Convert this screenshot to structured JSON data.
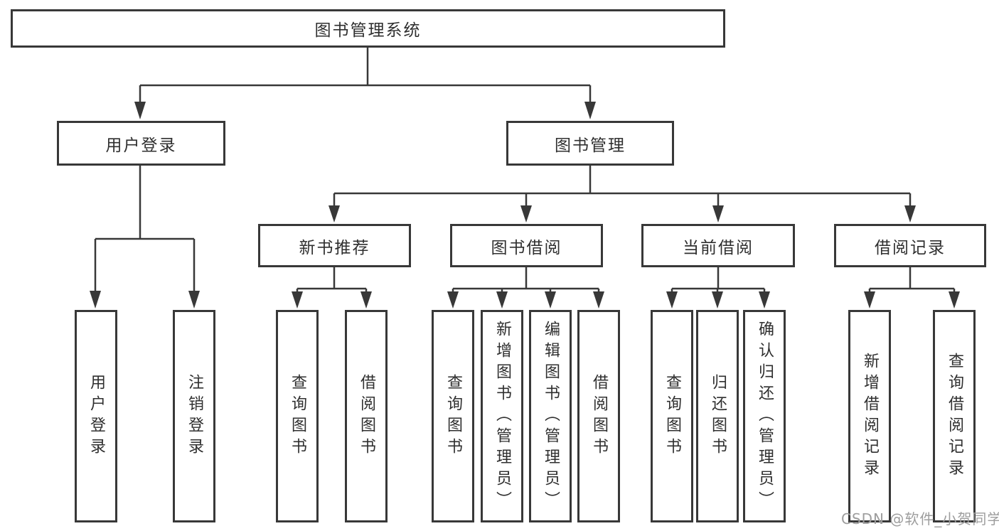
{
  "root": {
    "label": "图书管理系统"
  },
  "level2": [
    {
      "label": "用户登录",
      "parent": "图书管理系统"
    },
    {
      "label": "图书管理",
      "parent": "图书管理系统"
    }
  ],
  "level3": [
    {
      "label": "新书推荐",
      "parent": "图书管理"
    },
    {
      "label": "图书借阅",
      "parent": "图书管理"
    },
    {
      "label": "当前借阅",
      "parent": "图书管理"
    },
    {
      "label": "借阅记录",
      "parent": "图书管理"
    }
  ],
  "leaves": [
    {
      "label": "用户登录",
      "parent": "用户登录"
    },
    {
      "label": "注销登录",
      "parent": "用户登录"
    },
    {
      "label": "查询图书",
      "parent": "新书推荐"
    },
    {
      "label": "借阅图书",
      "parent": "新书推荐"
    },
    {
      "label": "查询图书",
      "parent": "图书借阅"
    },
    {
      "label": "新增图书（管理员）",
      "parent": "图书借阅"
    },
    {
      "label": "编辑图书（管理员）",
      "parent": "图书借阅"
    },
    {
      "label": "借阅图书",
      "parent": "图书借阅"
    },
    {
      "label": "查询图书",
      "parent": "当前借阅"
    },
    {
      "label": "归还图书",
      "parent": "当前借阅"
    },
    {
      "label": "确认归还（管理员）",
      "parent": "当前借阅"
    },
    {
      "label": "新增借阅记录",
      "parent": "借阅记录"
    },
    {
      "label": "查询借阅记录",
      "parent": "借阅记录"
    }
  ],
  "watermark": {
    "text": "CSDN @软件_小贺同学"
  },
  "colors": {
    "line": "#383838",
    "text": "#2f2f2f",
    "watermark": "#9d9d9d",
    "background": "#ffffff"
  }
}
